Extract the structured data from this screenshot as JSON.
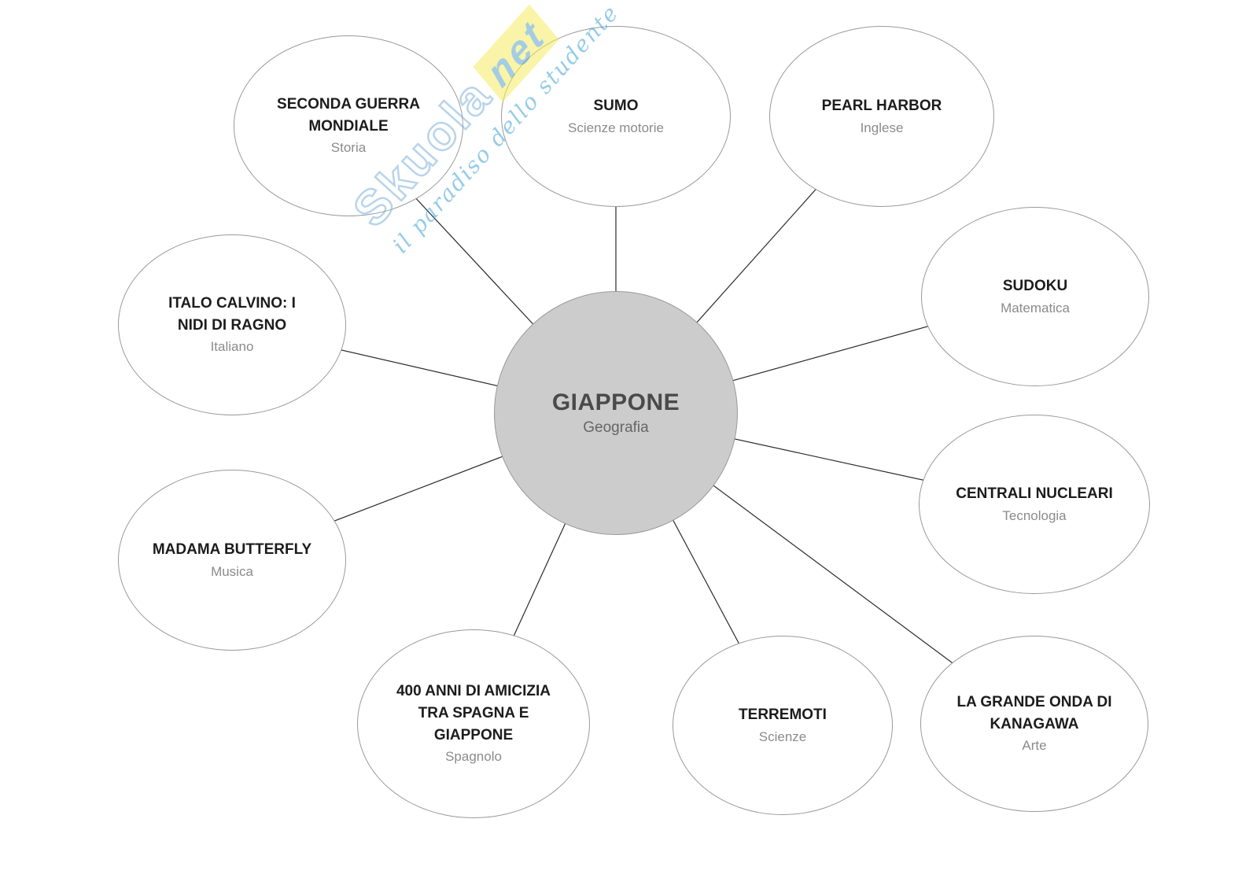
{
  "center": {
    "title": "GIAPPONE",
    "subtitle": "Geografia"
  },
  "nodes": [
    {
      "title": "SECONDA GUERRA MONDIALE",
      "subtitle": "Storia"
    },
    {
      "title": "SUMO",
      "subtitle": "Scienze motorie"
    },
    {
      "title": "PEARL HARBOR",
      "subtitle": "Inglese"
    },
    {
      "title": "SUDOKU",
      "subtitle": "Matematica"
    },
    {
      "title": "CENTRALI NUCLEARI",
      "subtitle": "Tecnologia"
    },
    {
      "title": "LA GRANDE ONDA DI KANAGAWA",
      "subtitle": "Arte"
    },
    {
      "title": "TERREMOTI",
      "subtitle": "Scienze"
    },
    {
      "title": "400 ANNI DI AMICIZIA TRA SPAGNA E GIAPPONE",
      "subtitle": "Spagnolo"
    },
    {
      "title": "MADAMA BUTTERFLY",
      "subtitle": "Musica"
    },
    {
      "title": "ITALO CALVINO: I NIDI DI RAGNO",
      "subtitle": "Italiano"
    }
  ],
  "watermark": {
    "brand_main": "Skuola",
    "brand_suffix": "net",
    "tagline": "il paradiso dello studente"
  },
  "colors": {
    "node_fill": "#ffffff",
    "node_border": "#9a9a9a",
    "center_fill": "#cccccc",
    "connector_line": "#2b2b2b",
    "watermark_blue": "#7fb2d9",
    "watermark_yellow": "#f5ec60"
  }
}
